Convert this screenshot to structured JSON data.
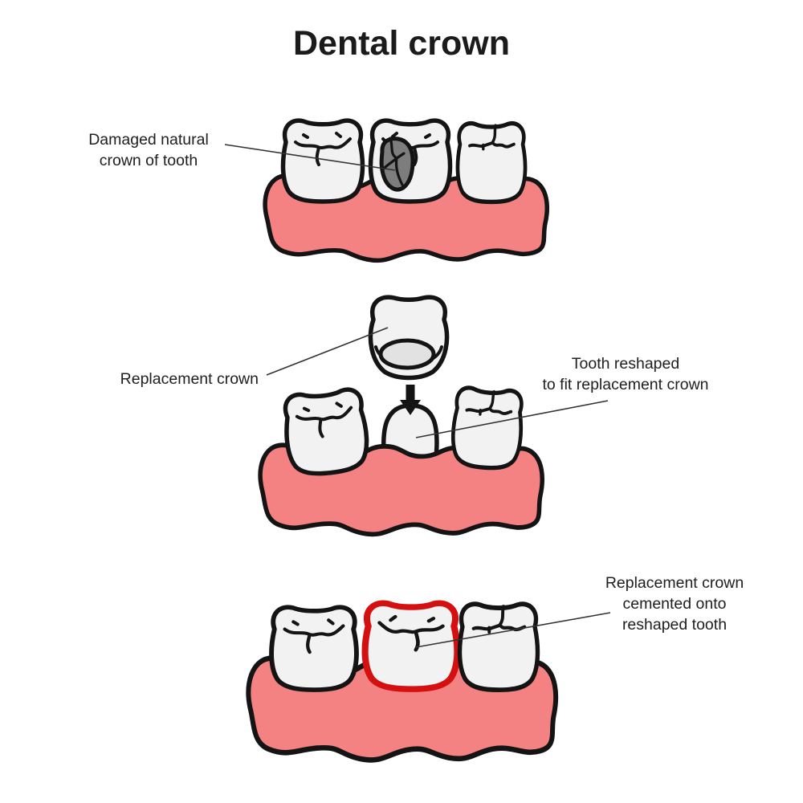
{
  "title": "Dental crown",
  "labels": {
    "damaged": "Damaged natural\ncrown of tooth",
    "replacement": "Replacement crown",
    "reshaped": "Tooth reshaped\nto fit replacement crown",
    "cemented": "Replacement crown\ncemented onto\nreshaped tooth"
  },
  "icons": {
    "down_arrow_icon": "↓"
  },
  "colors": {
    "gum_pink": "#F58282",
    "tooth_fill": "#F2F2F2",
    "cavity_gray": "#7D7D7D",
    "crown_hollow": "#E2E2E2",
    "crown_accent_red": "#D41010",
    "outline_black": "#141414"
  }
}
